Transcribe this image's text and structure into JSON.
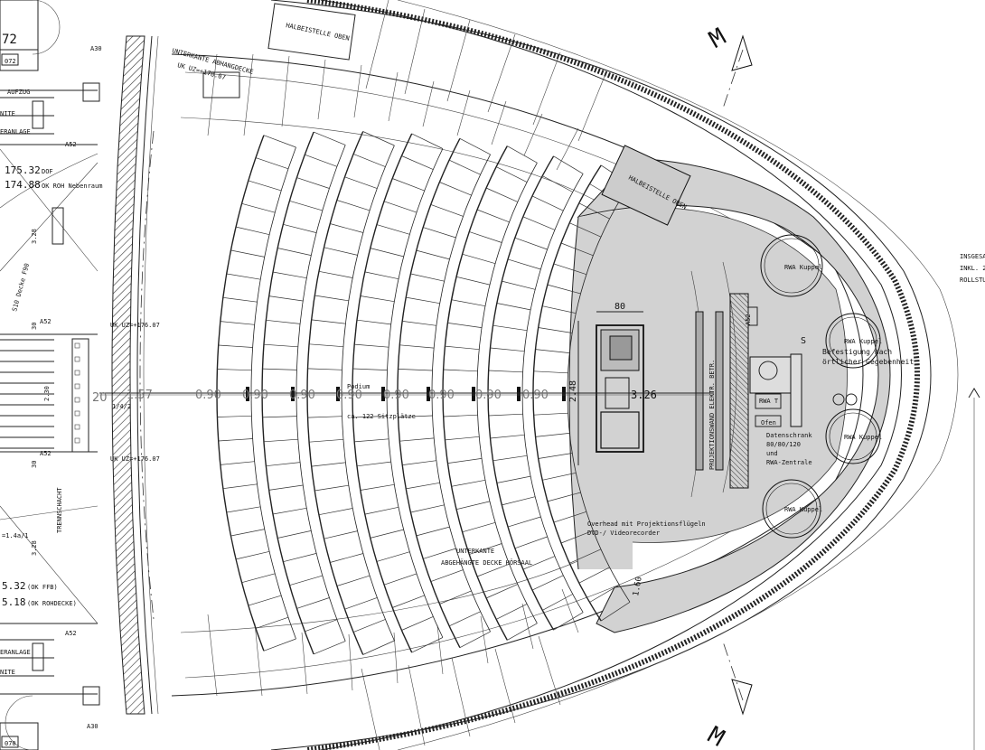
{
  "left_margin": {
    "top_label": "72",
    "box_072": "072",
    "label_a30_top": "A30",
    "label_aufzug": "AUFZUG",
    "label_nite_top": "NITE",
    "label_eranlage_top": "ERANLAGE",
    "label_a52_a": "A52",
    "level_1": "175.32",
    "level_1_note": "DOF",
    "level_2": "174.88",
    "level_2_note": "OK ROH Nebenraum",
    "dim_328_a": "3.28",
    "label_fire": "S10 Decke F90",
    "label_30_a": "30",
    "label_a52_b": "A52",
    "label_30_b": "30",
    "label_a52_c": "A52",
    "label_schacht": "TRENNSCHACHT",
    "stair_note": "=1.4a/1",
    "dim_328_b": "3.28",
    "level_3": "5.32",
    "level_3_note": "(OK FFB)",
    "level_4": "5.18",
    "level_4_note": "(OK ROHDECKE)",
    "label_a52_d": "A52",
    "label_eranlage_bottom": "ERANLAGE",
    "label_nite_bottom": "NITE",
    "label_a30_bottom": "A30",
    "box_070": "070",
    "uk_top": "UK UZ=+176.07",
    "uk_bottom": "UK UZ=+176.07",
    "stair_label": "1/4/2",
    "ruler_a": "20",
    "ruler_b": "2.30"
  },
  "hall": {
    "dim_chain": [
      "1.57",
      "0.90",
      "0.90",
      "0.90",
      "0.90",
      "0.90",
      "0.90",
      "0.90",
      "0.90"
    ],
    "stage_width": "80",
    "stage_depth": "2.48",
    "stage_to_wall": "3.26",
    "aisle_width": "1.60",
    "gallery_top": "HALBEISTELLE OBEN",
    "gallery_right": "HALBEISTELLE OBEN",
    "upper_edge_note": "UNTERKANTE ABHANGDECKE",
    "upper_edge_sub": "UK UZ=+178.07",
    "lower_edge_note": "UNTERKANTE",
    "lower_edge_sub": "ABGEHÄNGTE DECKE HÖRSAAL",
    "podium_note": "Podium",
    "podium_sub": "ca. 122 Sitzplätze",
    "overhead_note": "Overhead mit Projektionsflügeln",
    "overhead_sub": "DVD-/ Videorecorder",
    "rail_note": "PROJEKTIONSWAND ELEKTR. BETR.",
    "rwa_dome": "RWA Kuppel",
    "mark_s": "S",
    "mount_note_1": "Befestigung nach",
    "mount_note_2": "örtlicher Gegebenheit",
    "rwa_door": "RWA T",
    "oven": "Ofen",
    "cabinet_1": "Datenschrank",
    "cabinet_2": "80/80/120",
    "cabinet_3": "und",
    "cabinet_4": "RWA-Zentrale",
    "edge_mark": "A52"
  },
  "section": {
    "label_top": "M",
    "label_bottom": "M"
  },
  "right_notes": {
    "line_1": "INSGESA",
    "line_2": "INKL. 2",
    "line_3": "ROLLSTU"
  }
}
